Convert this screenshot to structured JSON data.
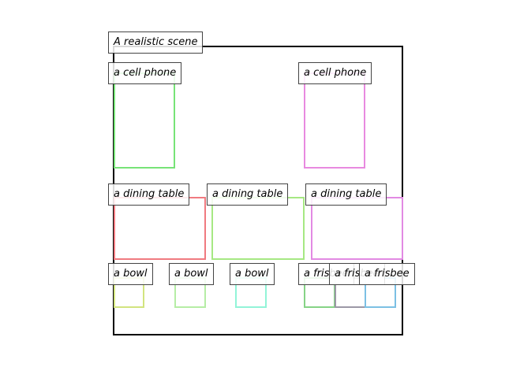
{
  "scene": {
    "title": "A realistic scene",
    "frame_color": "#000000"
  },
  "objects": [
    {
      "label": "a cell phone",
      "color": "#77e377"
    },
    {
      "label": "a cell phone",
      "color": "#e88ae0"
    },
    {
      "label": "a dining table",
      "color": "#f07a80"
    },
    {
      "label": "a dining table",
      "color": "#a6e883"
    },
    {
      "label": "a dining table",
      "color": "#e28ae3"
    },
    {
      "label": "a bowl",
      "color": "#d2e47f"
    },
    {
      "label": "a bowl",
      "color": "#b6eda5"
    },
    {
      "label": "a bowl",
      "color": "#92f4d8"
    },
    {
      "label": "a frisbee",
      "color": "#86d386"
    },
    {
      "label": "a frisbee",
      "color": "#9c98a6"
    },
    {
      "label": "a frisbee",
      "color": "#7cc0e4"
    }
  ]
}
